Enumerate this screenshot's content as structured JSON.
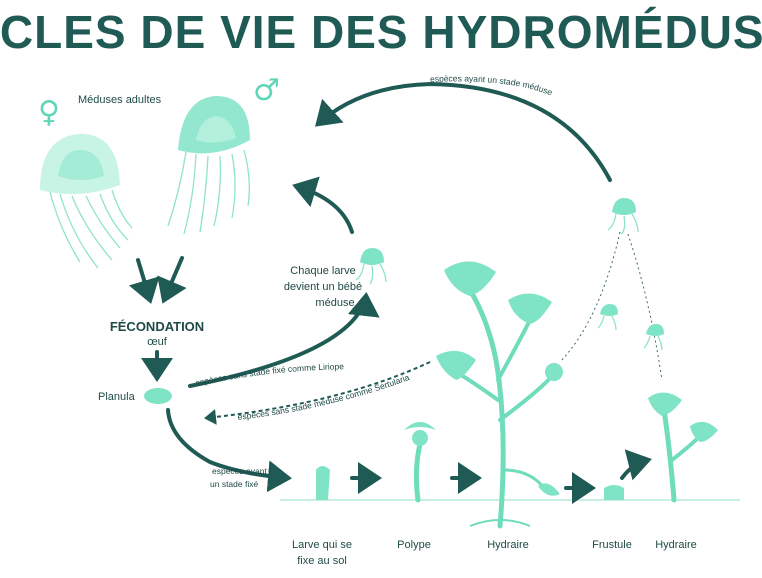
{
  "title": "CYCLES DE VIE DES HYDROMÉDUSES",
  "labels": {
    "adults": "Méduses adultes",
    "fecondation": "FÉCONDATION",
    "oeuf": "œuf",
    "planula": "Planula",
    "larve_line1": "Chaque larve",
    "larve_line2": "devient un bébé",
    "larve_line3": "méduse",
    "fixe_line1": "Larve qui se",
    "fixe_line2": "fixe au sol",
    "polype": "Polype",
    "hydraire1": "Hydraire",
    "frustule": "Frustule",
    "hydraire2": "Hydraire"
  },
  "arrow_labels": {
    "top": "espèces ayant un stade méduse",
    "liriope": "espèces sans stade fixé comme Liriope",
    "sertularia": "espèces sans stade méduse comme Sertularia",
    "fixe_line1": "espèces ayant",
    "fixe_line2": "un stade fixé"
  },
  "symbols": {
    "female": "♀",
    "male": "♂"
  },
  "colors": {
    "title": "#1f5a55",
    "arrow": "#1f5a55",
    "organism": "#7fe3c5",
    "organism_light": "#c2f3e3"
  }
}
